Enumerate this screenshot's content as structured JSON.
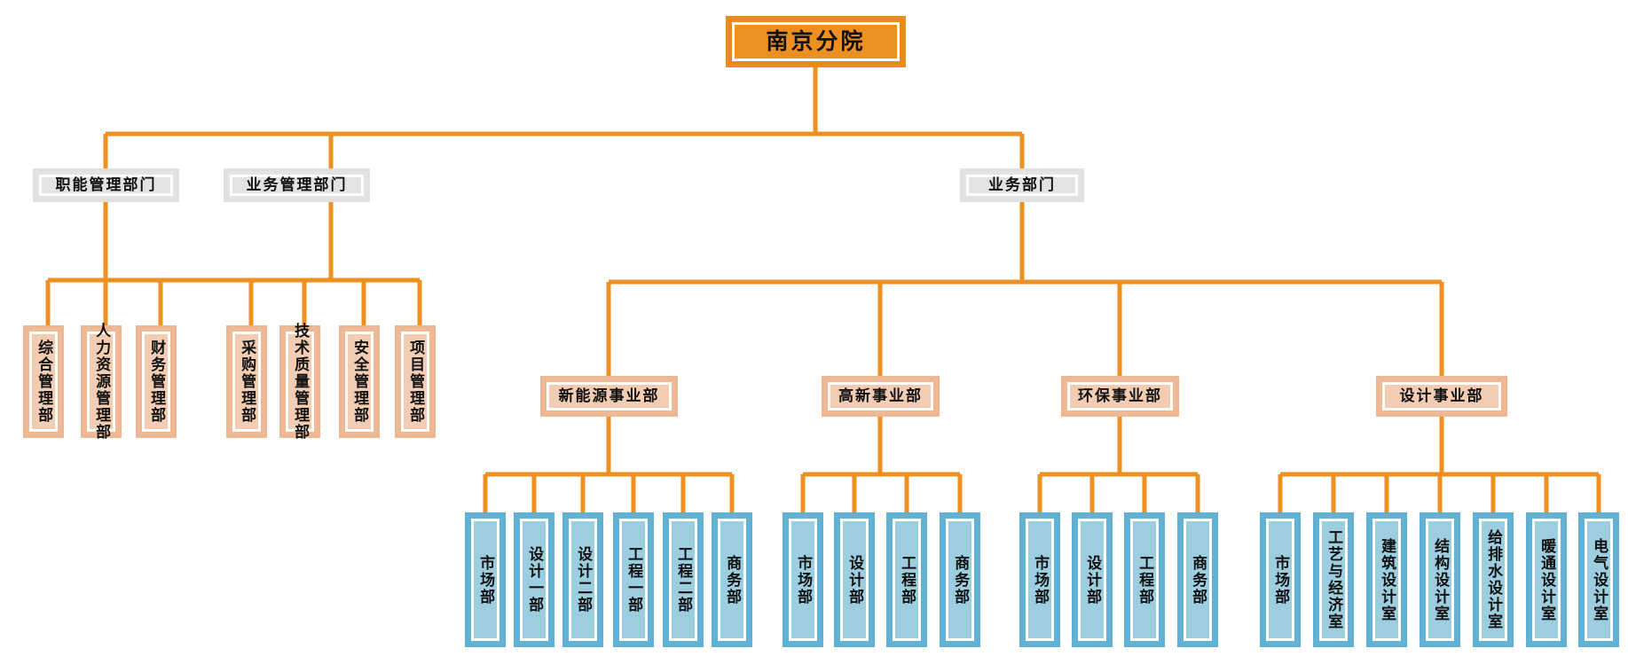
{
  "chart_data": {
    "type": "diagram",
    "title": "南京分院组织架构图",
    "colors": {
      "root_fill": "#ed8f22",
      "root_border": "#e8891c",
      "gray_fill": "#e3e3e1",
      "gray_border": "#e0e0de",
      "peach_fill": "#f2cdb4",
      "peach_border": "#efb995",
      "blue_fill": "#9ccee0",
      "blue_border": "#62b2d4",
      "connector": "#ee8f22"
    },
    "levels": [
      "root",
      "category",
      "department",
      "sub-department"
    ]
  },
  "root": {
    "label": "南京分院"
  },
  "groups": [
    {
      "id": "functional",
      "label": "职能管理部门"
    },
    {
      "id": "business_mgmt",
      "label": "业务管理部门"
    },
    {
      "id": "business",
      "label": "业务部门"
    }
  ],
  "functional_departments": [
    {
      "label": "综合管理部"
    },
    {
      "label": "人力资源管理部"
    },
    {
      "label": "财务管理部"
    }
  ],
  "business_mgmt_departments": [
    {
      "label": "采购管理部"
    },
    {
      "label": "技术质量管理部"
    },
    {
      "label": "安全管理部"
    },
    {
      "label": "项目管理部"
    }
  ],
  "divisions": [
    {
      "label": "新能源事业部",
      "children": [
        {
          "label": "市场部"
        },
        {
          "label": "设计一部"
        },
        {
          "label": "设计二部"
        },
        {
          "label": "工程一部"
        },
        {
          "label": "工程二部"
        },
        {
          "label": "商务部"
        }
      ]
    },
    {
      "label": "高新事业部",
      "children": [
        {
          "label": "市场部"
        },
        {
          "label": "设计部"
        },
        {
          "label": "工程部"
        },
        {
          "label": "商务部"
        }
      ]
    },
    {
      "label": "环保事业部",
      "children": [
        {
          "label": "市场部"
        },
        {
          "label": "设计部"
        },
        {
          "label": "工程部"
        },
        {
          "label": "商务部"
        }
      ]
    },
    {
      "label": "设计事业部",
      "children": [
        {
          "label": "市场部"
        },
        {
          "label": "工艺与经济室"
        },
        {
          "label": "建筑设计室"
        },
        {
          "label": "结构设计室"
        },
        {
          "label": "给排水设计室"
        },
        {
          "label": "暖通设计室"
        },
        {
          "label": "电气设计室"
        }
      ]
    }
  ]
}
